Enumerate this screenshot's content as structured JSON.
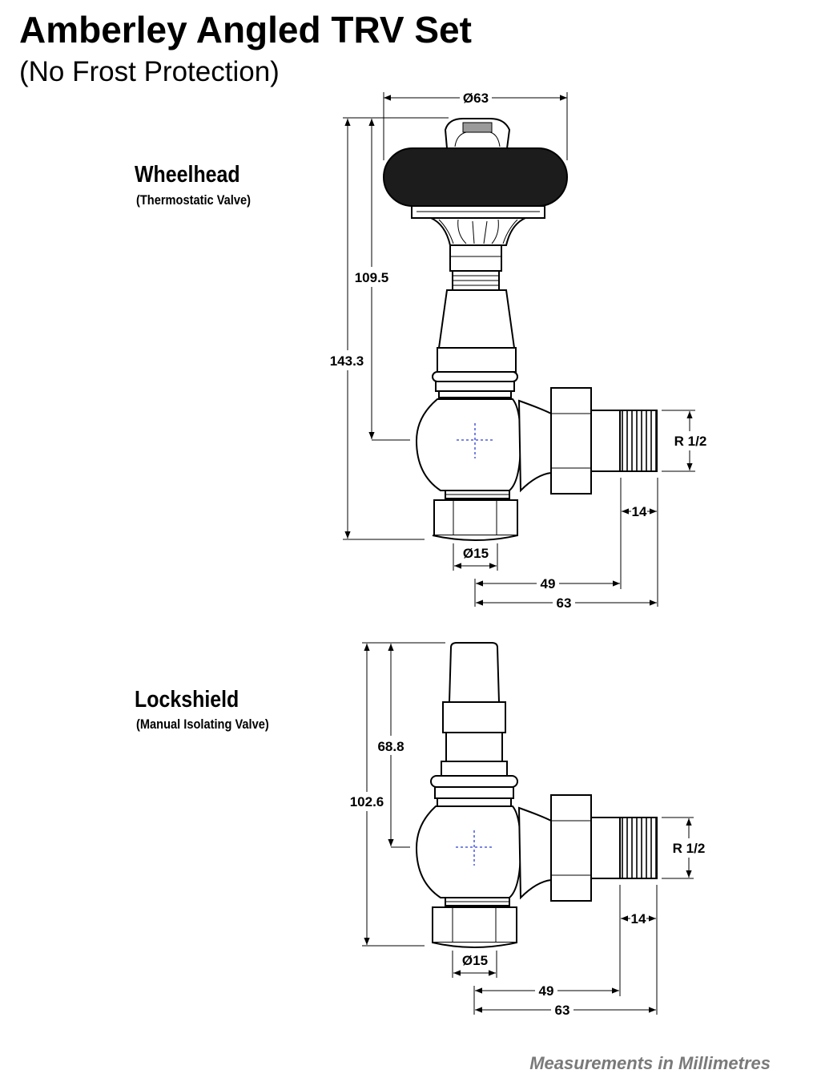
{
  "header": {
    "title": "Amberley Angled TRV Set",
    "subtitle": "(No Frost Protection)"
  },
  "wheelhead": {
    "name": "Wheelhead",
    "description": "(Thermostatic Valve)",
    "dims": {
      "head_diameter": "Ø63",
      "upper_height": "109.5",
      "total_height": "143.3",
      "thread": "R 1/2",
      "tail_length": "14",
      "inlet_diameter": "Ø15",
      "center_to_tail": "49",
      "center_to_end": "63"
    }
  },
  "lockshield": {
    "name": "Lockshield",
    "description": "(Manual Isolating Valve)",
    "dims": {
      "upper_height": "68.8",
      "total_height": "102.6",
      "thread": "R 1/2",
      "tail_length": "14",
      "inlet_diameter": "Ø15",
      "center_to_tail": "49",
      "center_to_end": "63"
    }
  },
  "footer": {
    "note": "Measurements in Millimetres"
  },
  "colors": {
    "accent_cross": "#2a3fd4",
    "wheel": "#1c1c1c",
    "footer_text": "#7a7a7a"
  }
}
